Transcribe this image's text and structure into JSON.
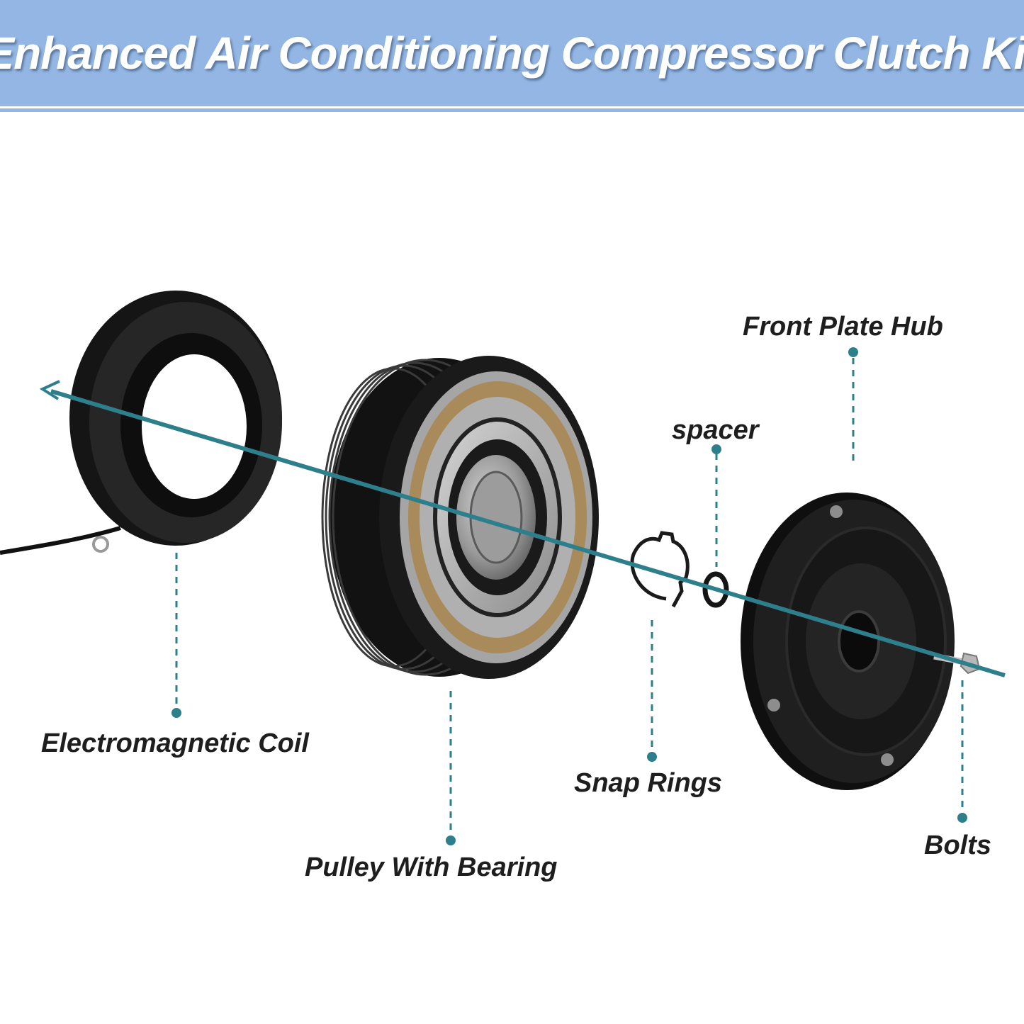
{
  "header": {
    "title": "Enhanced Air Conditioning Compressor Clutch Kit",
    "background_color": "#93b6e4"
  },
  "accent_color": "#2e7f8c",
  "parts": [
    {
      "id": "coil",
      "label": "Electromagnetic Coil",
      "icon": "electromagnetic-coil-icon"
    },
    {
      "id": "pulley",
      "label": "Pulley With Bearing",
      "icon": "pulley-icon"
    },
    {
      "id": "snap",
      "label": "Snap Rings",
      "icon": "snap-ring-icon"
    },
    {
      "id": "spacer",
      "label": "spacer",
      "icon": "spacer-icon"
    },
    {
      "id": "hub",
      "label": "Front Plate Hub",
      "icon": "front-plate-hub-icon"
    },
    {
      "id": "bolts",
      "label": "Bolts",
      "icon": "bolt-icon"
    }
  ]
}
